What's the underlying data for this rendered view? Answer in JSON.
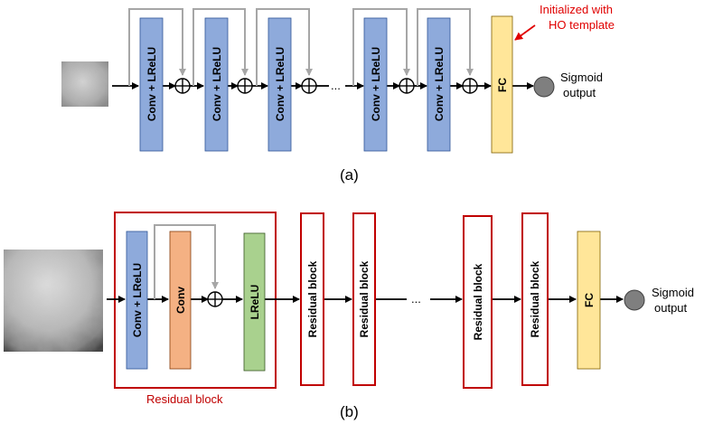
{
  "panel_a": {
    "caption": "(a)",
    "layers": {
      "conv_lrelu": "Conv + LReLU",
      "fc": "FC"
    },
    "ellipsis": "...",
    "output_label_1": "Sigmoid",
    "output_label_2": "output",
    "annotation_line1": "Initialized with",
    "annotation_line2": "HO template"
  },
  "panel_b": {
    "caption": "(b)",
    "layers": {
      "conv_lrelu": "Conv + LReLU",
      "conv": "Conv",
      "lrelu": "LReLU",
      "residual_block": "Residual block",
      "fc": "FC"
    },
    "ellipsis": "...",
    "group_label": "Residual block",
    "output_label_1": "Sigmoid",
    "output_label_2": "output"
  },
  "colors": {
    "conv_lrelu_fill": "#8eaadb",
    "conv_fill": "#f4b183",
    "lrelu_fill": "#a9d18e",
    "fc_fill": "#ffe699",
    "residual_border": "#c00000",
    "skip_arrow": "#a6a6a6",
    "annotation": "#e00000",
    "output_node": "#7f7f7f"
  }
}
